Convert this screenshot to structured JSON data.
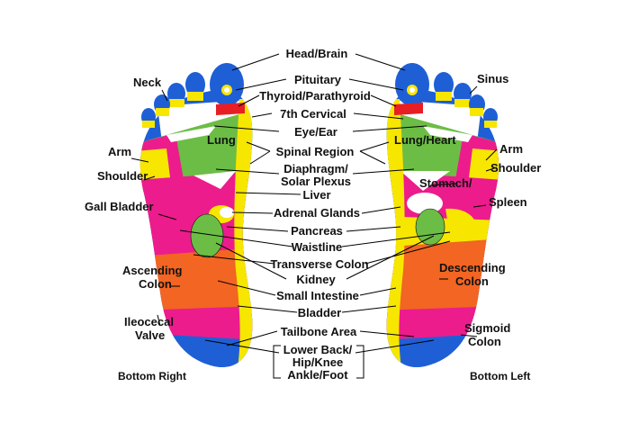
{
  "colors": {
    "blue": "#1f5fd6",
    "yellow": "#f7e600",
    "red": "#e81e25",
    "magenta": "#ec1c8c",
    "green": "#6cbd45",
    "orange": "#f26522",
    "white": "#ffffff",
    "black": "#000000"
  },
  "labels": {
    "head_brain": "Head/Brain",
    "pituitary": "Pituitary",
    "thyroid": "Thyroid/Parathyroid",
    "cervical": "7th Cervical",
    "eye_ear": "Eye/Ear",
    "spinal": "Spinal Region",
    "diaphragm_1": "Diaphragm/",
    "diaphragm_2": "Solar Plexus",
    "liver": "Liver",
    "adrenal": "Adrenal Glands",
    "pancreas": "Pancreas",
    "waistline": "Waistline",
    "transverse": "Transverse Colon",
    "kidney": "Kidney",
    "small_intestine": "Small Intestine",
    "bladder": "Bladder",
    "tailbone": "Tailbone Area",
    "lower_1": "Lower Back/",
    "lower_2": "Hip/Knee",
    "lower_3": "Ankle/Foot",
    "neck": "Neck",
    "sinus": "Sinus",
    "lung": "Lung",
    "lung_heart": "Lung/Heart",
    "arm_left": "Arm",
    "arm_right": "Arm",
    "shoulder_left": "Shoulder",
    "shoulder_right": "Shoulder",
    "gall": "Gall Bladder",
    "stomach": "Stomach/",
    "spleen": "Spleen",
    "asc_1": "Ascending",
    "asc_2": "Colon",
    "desc_1": "Descending",
    "desc_2": "Colon",
    "ileo_1": "Ileocecal",
    "ileo_2": "Valve",
    "sig_1": "Sigmoid",
    "sig_2": "Colon",
    "bottom_right": "Bottom Right",
    "bottom_left": "Bottom Left"
  }
}
